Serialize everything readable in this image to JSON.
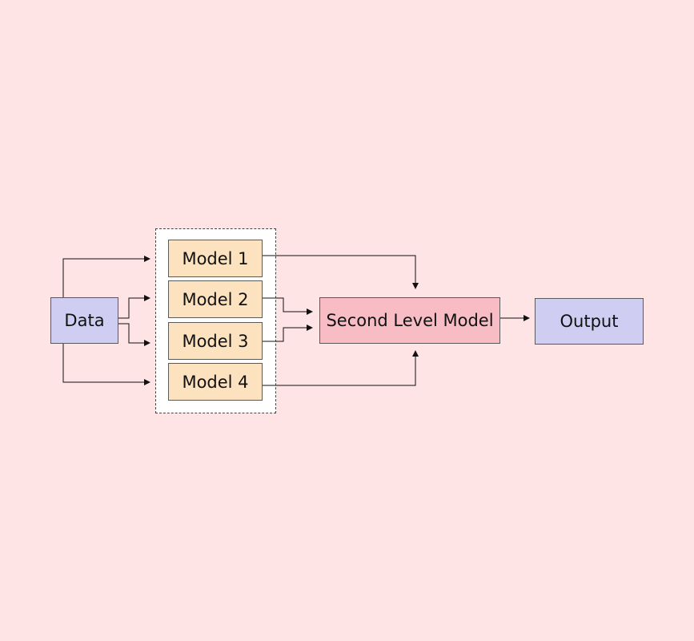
{
  "colors": {
    "background": "#fee4e5",
    "data_box": "#d0cdf3",
    "model_box": "#fde2c0",
    "second_level_box": "#f8bcc5",
    "output_box": "#d0cdf3",
    "group_fill": "#ffffff",
    "line": "#111111"
  },
  "nodes": {
    "data": "Data",
    "models": [
      "Model 1",
      "Model 2",
      "Model 3",
      "Model 4"
    ],
    "second_level": "Second Level Model",
    "output": "Output"
  }
}
